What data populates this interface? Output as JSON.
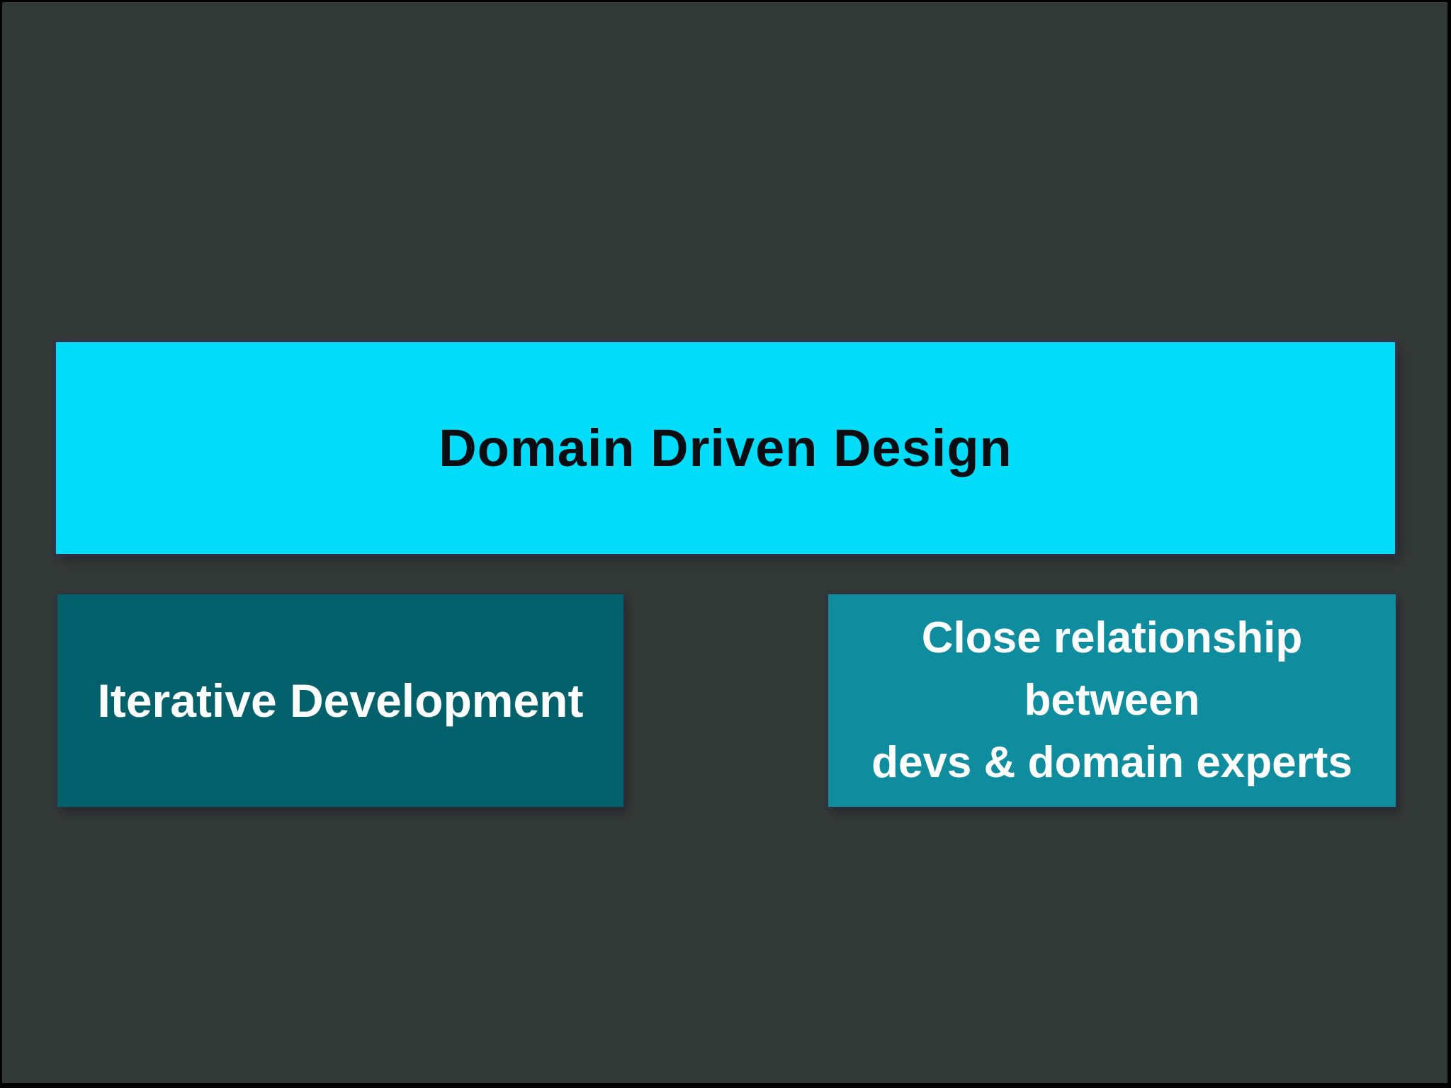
{
  "slide": {
    "title": "Domain Driven Design",
    "left_box": {
      "label": "Iterative Development"
    },
    "right_box": {
      "lines": [
        "Close relationship",
        "between",
        "devs & domain experts"
      ]
    }
  },
  "colors": {
    "frame": "#000000",
    "background": "#333937",
    "banner": "#00dcfa",
    "left_box": "#02606b",
    "right_box": "#0f8c9d",
    "title_text": "#0b0d12",
    "box_text": "#ffffff"
  }
}
